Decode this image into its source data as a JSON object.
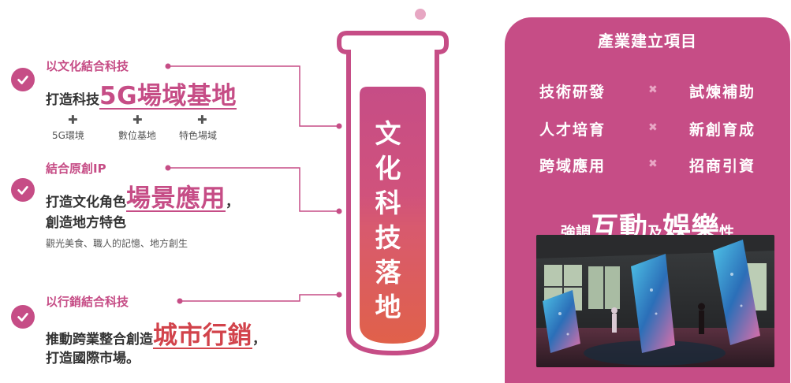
{
  "items": [
    {
      "title": "以文化結合科技",
      "line_prefix": "打造科技",
      "highlight": "5G場域基地",
      "sub_items": [
        "5G環境",
        "數位基地",
        "特色場域"
      ]
    },
    {
      "title": "結合原創IP",
      "line_prefix": "打造文化角色",
      "highlight": "場景應用",
      "line_suffix": "，",
      "line2": "創造地方特色",
      "sub": "觀光美食、職人的記憶、地方創生"
    },
    {
      "title": "以行銷結合科技",
      "line_prefix": "推動跨業整合創造",
      "highlight": "城市行銷",
      "line_suffix": "，",
      "line2": "打造國際市場。"
    }
  ],
  "tube": {
    "chars": [
      "文",
      "化",
      "科",
      "技",
      "落",
      "地"
    ],
    "colors": {
      "top": "#c64d86",
      "middle": "#d85a6e",
      "bottom": "#e0614a",
      "outline": "#c64d86"
    }
  },
  "panel": {
    "title": "產業建立項目",
    "projects": [
      [
        "技術研發",
        "試煉補助"
      ],
      [
        "人才培育",
        "新創育成"
      ],
      [
        "跨域應用",
        "招商引資"
      ]
    ],
    "separator": "✖",
    "emphasis": [
      {
        "text": "強調",
        "size": "s"
      },
      {
        "text": "互動",
        "size": "b"
      },
      {
        "text": "及",
        "size": "s"
      },
      {
        "text": "娛樂",
        "size": "b"
      },
      {
        "text": "性",
        "size": "s"
      }
    ]
  },
  "colors": {
    "accent": "#c64d86",
    "accent_red": "#d2434b",
    "connector": "#c64d86"
  }
}
